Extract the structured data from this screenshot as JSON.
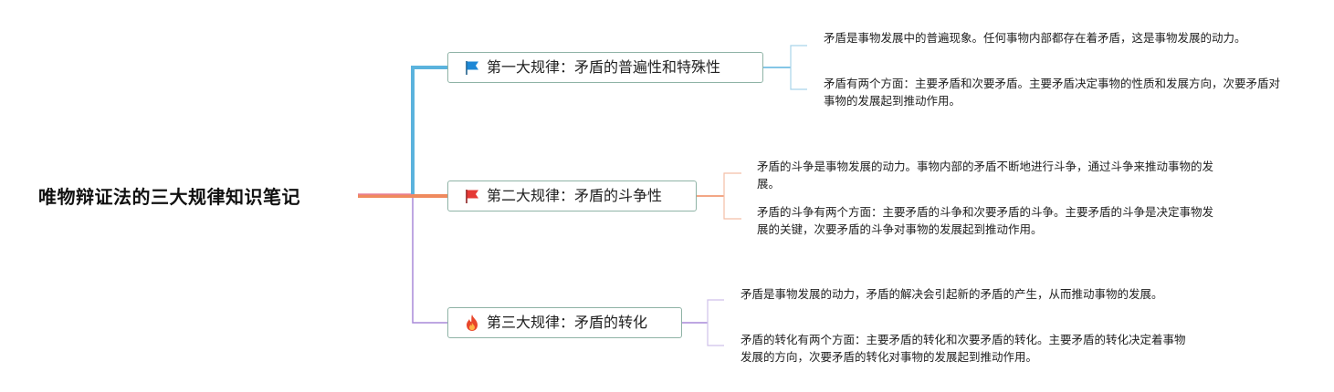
{
  "title": "唯物辩证法的三大规律知识笔记",
  "colors": {
    "branch1": "#5bb3dd",
    "branch2": "#ef8a5e",
    "branch3": "#a88ad8",
    "root_line": "#ef8a5e",
    "box_border": "#8fb3a6"
  },
  "branches": [
    {
      "icon": "blue-flag-icon",
      "label": "第一大规律：矛盾的普遍性和特殊性",
      "notes": [
        "矛盾是事物发展中的普遍现象。任何事物内部都存在着矛盾，这是事物发展的动力。",
        "矛盾有两个方面：主要矛盾和次要矛盾。主要矛盾决定事物的性质和发展方向，次要矛盾对事物的发展起到推动作用。"
      ]
    },
    {
      "icon": "red-flag-icon",
      "label": "第二大规律：矛盾的斗争性",
      "notes": [
        "矛盾的斗争是事物发展的动力。事物内部的矛盾不断地进行斗争，通过斗争来推动事物的发展。",
        "矛盾的斗争有两个方面：主要矛盾的斗争和次要矛盾的斗争。主要矛盾的斗争是决定事物发展的关键，次要矛盾的斗争对事物的发展起到推动作用。"
      ]
    },
    {
      "icon": "fire-icon",
      "label": "第三大规律：矛盾的转化",
      "notes": [
        "矛盾是事物发展的动力，矛盾的解决会引起新的矛盾的产生，从而推动事物的发展。",
        "矛盾的转化有两个方面：主要矛盾的转化和次要矛盾的转化。主要矛盾的转化决定着事物发展的方向，次要矛盾的转化对事物的发展起到推动作用。"
      ]
    }
  ]
}
